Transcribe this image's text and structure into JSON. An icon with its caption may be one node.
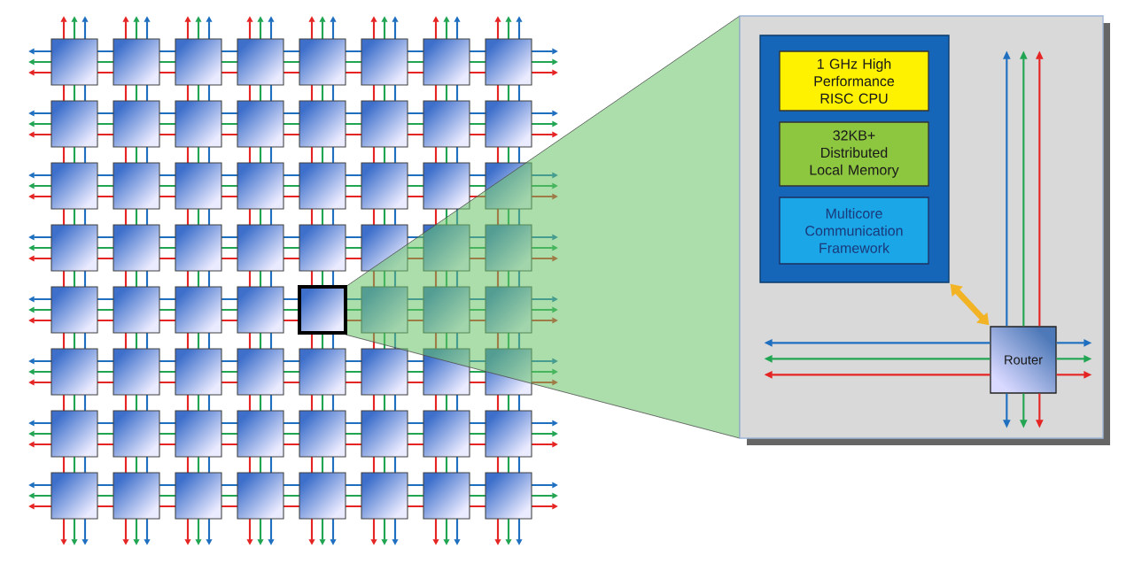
{
  "diagram": {
    "nodes": [
      {
        "text": [],
        "shape": "box"
      },
      {
        "text": [],
        "shape": "box",
        "in": 0
      },
      {
        "text": [
          "1 GHz High Performance RISC CPU"
        ],
        "in": 1
      },
      {
        "text": [
          "32KB+ Distributed Local Memory"
        ],
        "in": 1
      },
      {
        "text": [
          "Multicore Communication Framework"
        ],
        "in": 1
      },
      {
        "text": [
          "Router"
        ],
        "in": 0
      }
    ],
    "edges": [
      {
        "from": 1,
        "to": 5,
        "arrow": "both",
        "style": "thick",
        "color": "#f2b324"
      },
      {
        "from": 5,
        "to": null,
        "arrow": "to",
        "color": "#1f6fc0"
      },
      {
        "from": 5,
        "to": null,
        "arrow": "to",
        "color": "#22a553"
      },
      {
        "from": 5,
        "to": null,
        "arrow": "to",
        "color": "#e52424"
      },
      {
        "from": 5,
        "to": null,
        "arrow": "to",
        "color": "#1f6fc0"
      },
      {
        "from": 5,
        "to": null,
        "arrow": "to",
        "color": "#22a553"
      },
      {
        "from": 5,
        "to": null,
        "arrow": "to",
        "color": "#e52424"
      },
      {
        "from": 5,
        "to": null,
        "arrow": "to",
        "color": "#1f6fc0"
      },
      {
        "from": 5,
        "to": null,
        "arrow": "to",
        "color": "#22a553"
      },
      {
        "from": 5,
        "to": null,
        "arrow": "to",
        "color": "#e52424"
      },
      {
        "from": 5,
        "to": null,
        "arrow": "to",
        "color": "#1f6fc0"
      },
      {
        "from": 5,
        "to": null,
        "arrow": "to",
        "color": "#22a553"
      },
      {
        "from": 5,
        "to": null,
        "arrow": "to",
        "color": "#e52424"
      }
    ]
  }
}
